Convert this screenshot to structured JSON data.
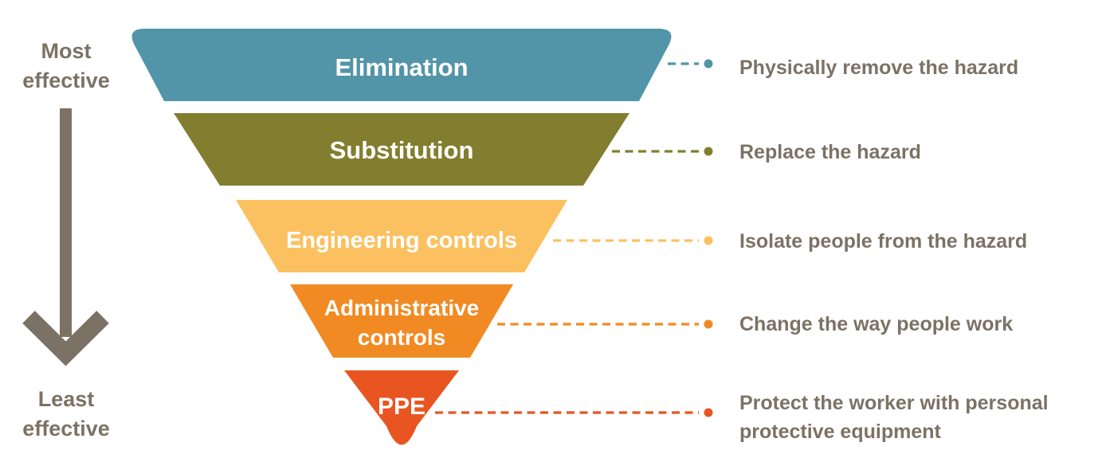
{
  "diagram": {
    "left": {
      "top_label": "Most effective",
      "bottom_label": "Least effective"
    },
    "levels": [
      {
        "label": "Elimination",
        "description": "Physically remove the hazard",
        "color": "#5295A8"
      },
      {
        "label": "Substitution",
        "description": "Replace the hazard",
        "color": "#837E2F"
      },
      {
        "label": "Engineering controls",
        "description": "Isolate people from the hazard",
        "color": "#FBC160"
      },
      {
        "label": "Administrative controls",
        "label_line1": "Administrative",
        "label_line2": "controls",
        "description": "Change the way people work",
        "color": "#F18A23"
      },
      {
        "label": "PPE",
        "description": "Protect the worker with personal protective equipment",
        "color": "#E85520"
      }
    ],
    "colors": {
      "text": "#7B7265",
      "arrow": "#7B7265",
      "level_label_text": "#FFFFFF",
      "background": "#FFFFFF"
    }
  }
}
